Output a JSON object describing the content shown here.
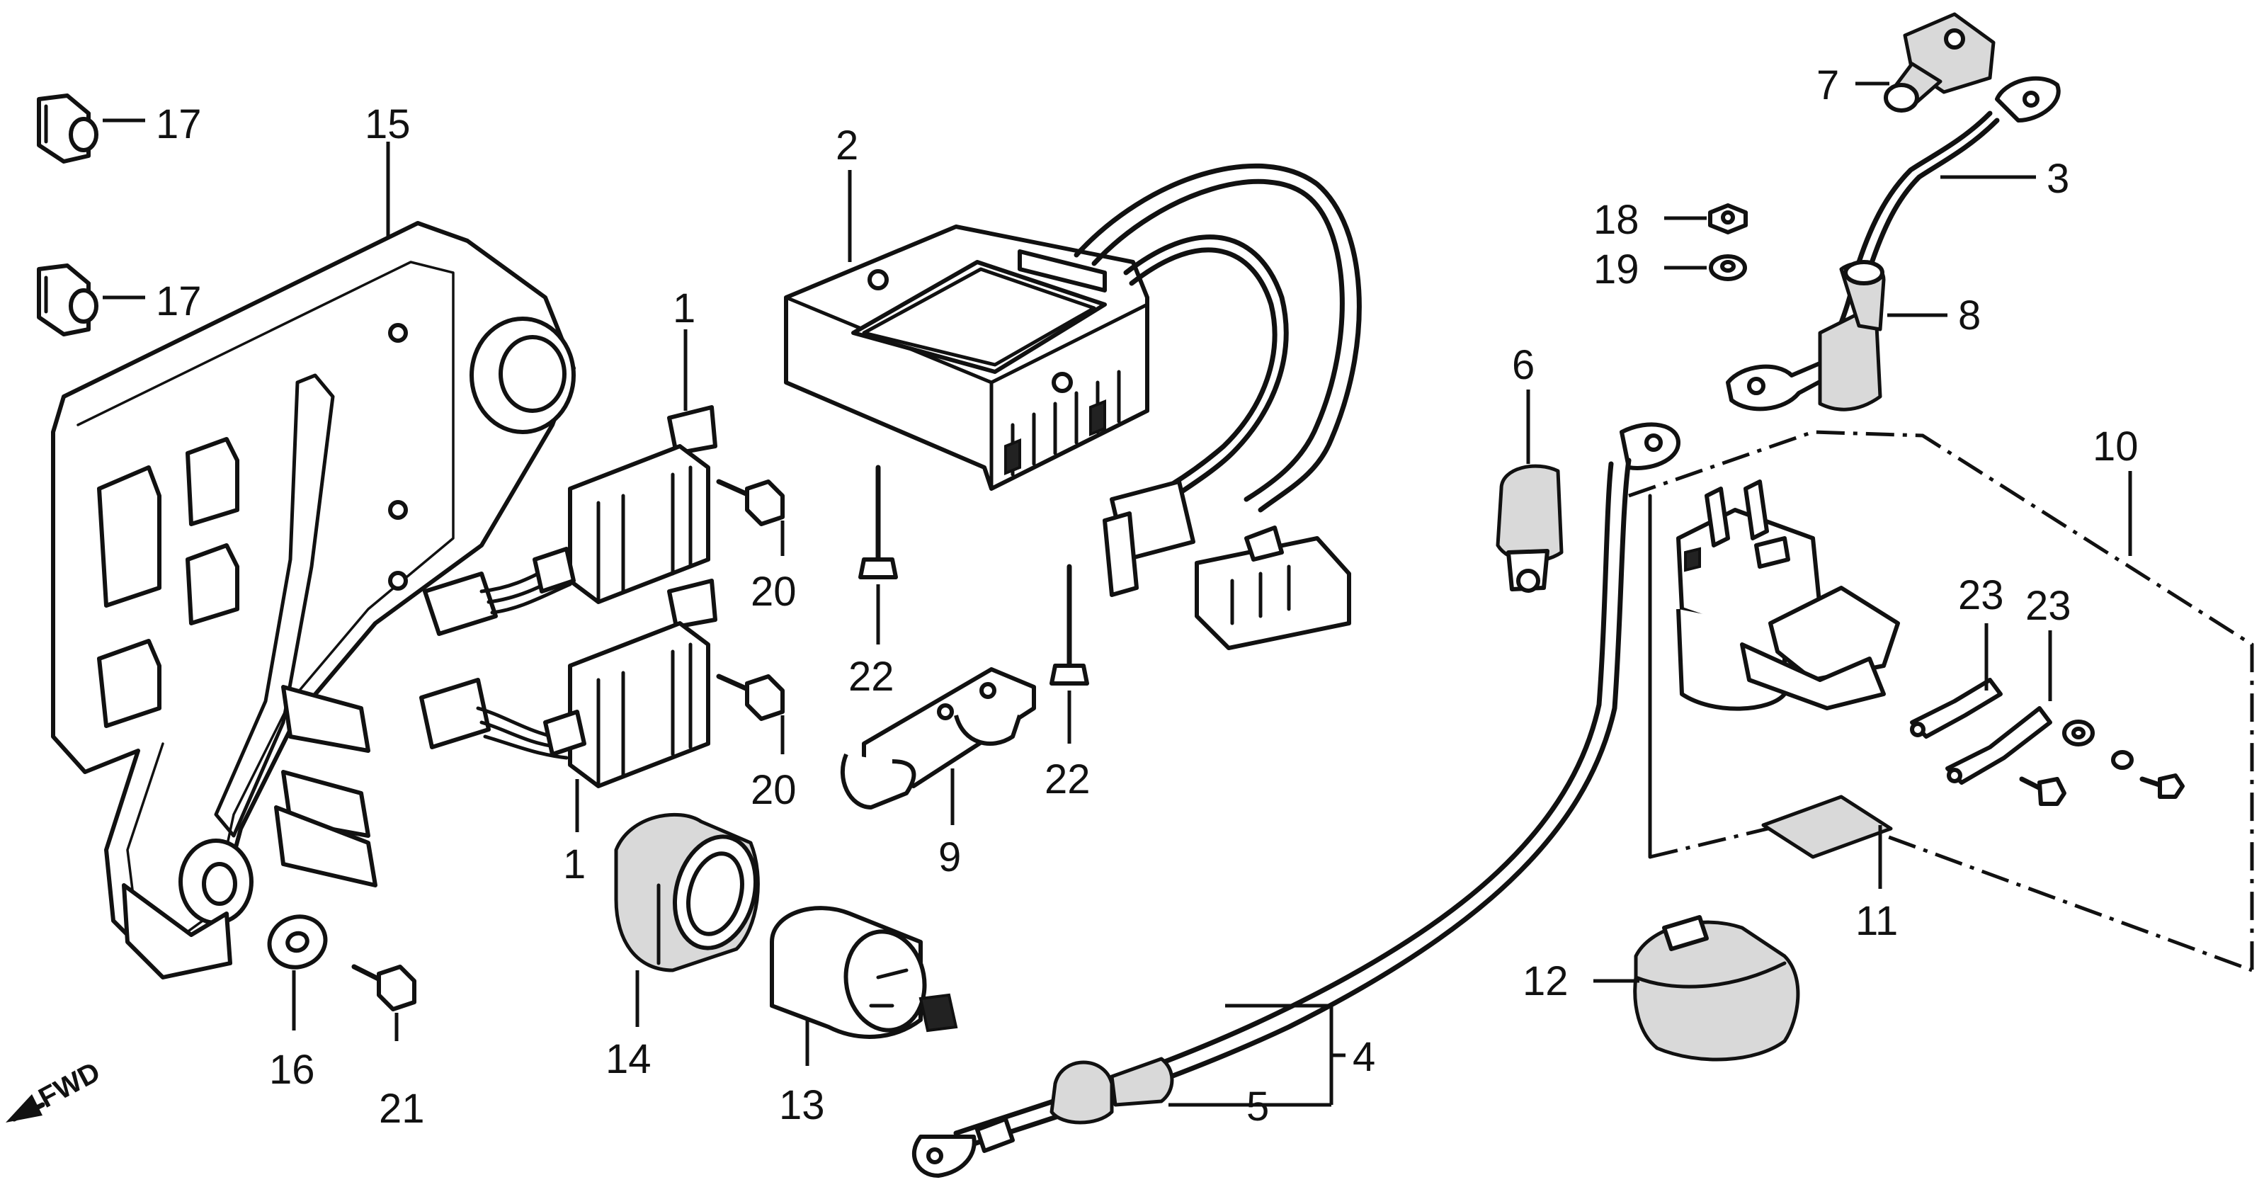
{
  "diagram": {
    "fwd_label": "FWD",
    "callouts": [
      {
        "id": "c17a",
        "text": "17"
      },
      {
        "id": "c17b",
        "text": "17"
      },
      {
        "id": "c15",
        "text": "15"
      },
      {
        "id": "c1a",
        "text": "1"
      },
      {
        "id": "c1b",
        "text": "1"
      },
      {
        "id": "c20a",
        "text": "20"
      },
      {
        "id": "c20b",
        "text": "20"
      },
      {
        "id": "c2",
        "text": "2"
      },
      {
        "id": "c22a",
        "text": "22"
      },
      {
        "id": "c22b",
        "text": "22"
      },
      {
        "id": "c9",
        "text": "9"
      },
      {
        "id": "c16",
        "text": "16"
      },
      {
        "id": "c21",
        "text": "21"
      },
      {
        "id": "c14",
        "text": "14"
      },
      {
        "id": "c13",
        "text": "13"
      },
      {
        "id": "c7",
        "text": "7"
      },
      {
        "id": "c3",
        "text": "3"
      },
      {
        "id": "c18",
        "text": "18"
      },
      {
        "id": "c19",
        "text": "19"
      },
      {
        "id": "c8",
        "text": "8"
      },
      {
        "id": "c6",
        "text": "6"
      },
      {
        "id": "c10",
        "text": "10"
      },
      {
        "id": "c23a",
        "text": "23"
      },
      {
        "id": "c23b",
        "text": "23"
      },
      {
        "id": "c11",
        "text": "11"
      },
      {
        "id": "c12",
        "text": "12"
      },
      {
        "id": "c4",
        "text": "4"
      },
      {
        "id": "c5",
        "text": "5"
      }
    ]
  }
}
